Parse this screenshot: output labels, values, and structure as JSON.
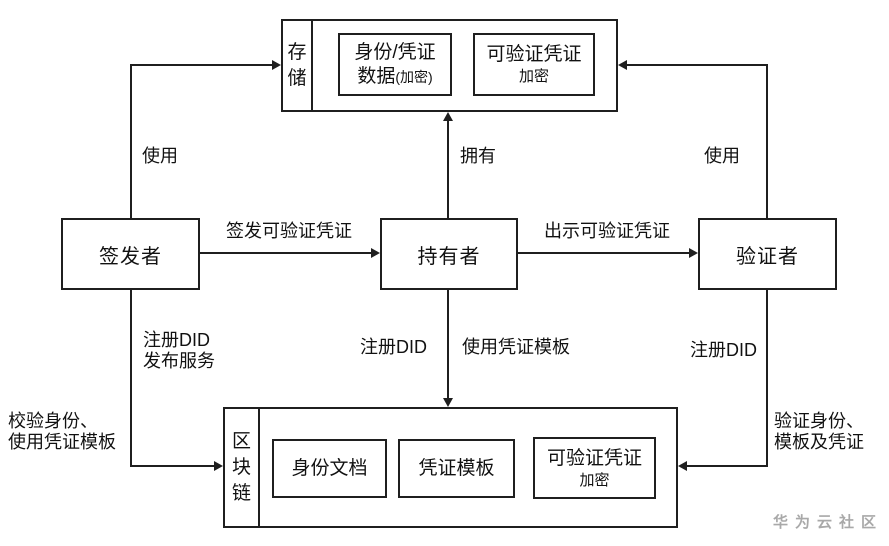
{
  "watermark": "华为云社区",
  "storage": {
    "label": "存储",
    "box1_line1": "身份/凭证",
    "box1_line2_main": "数据",
    "box1_line2_small": "(加密)",
    "box2_line1": "可验证凭证",
    "box2_line2": "加密"
  },
  "actors": {
    "issuer": "签发者",
    "holder": "持有者",
    "verifier": "验证者"
  },
  "blockchain": {
    "label": "区块链",
    "box1": "身份文档",
    "box2": "凭证模板",
    "box3_line1": "可验证凭证",
    "box3_line2": "加密"
  },
  "edges": {
    "issuer_storage": "使用",
    "holder_storage": "拥有",
    "verifier_storage": "使用",
    "issue_vc": "签发可验证凭证",
    "present_vc": "出示可验证凭证",
    "issuer_chain_l1": "注册DID",
    "issuer_chain_l2": "发布服务",
    "issuer_chain_use_l1": "校验身份、",
    "issuer_chain_use_l2": "使用凭证模板",
    "holder_chain_register": "注册DID",
    "holder_chain_template": "使用凭证模板",
    "verifier_chain_register": "注册DID",
    "verifier_chain_verify_l1": "验证身份、",
    "verifier_chain_verify_l2": "模板及凭证"
  },
  "colors": {
    "line": "#1f1f1f",
    "watermark": "#a9a9a9"
  }
}
